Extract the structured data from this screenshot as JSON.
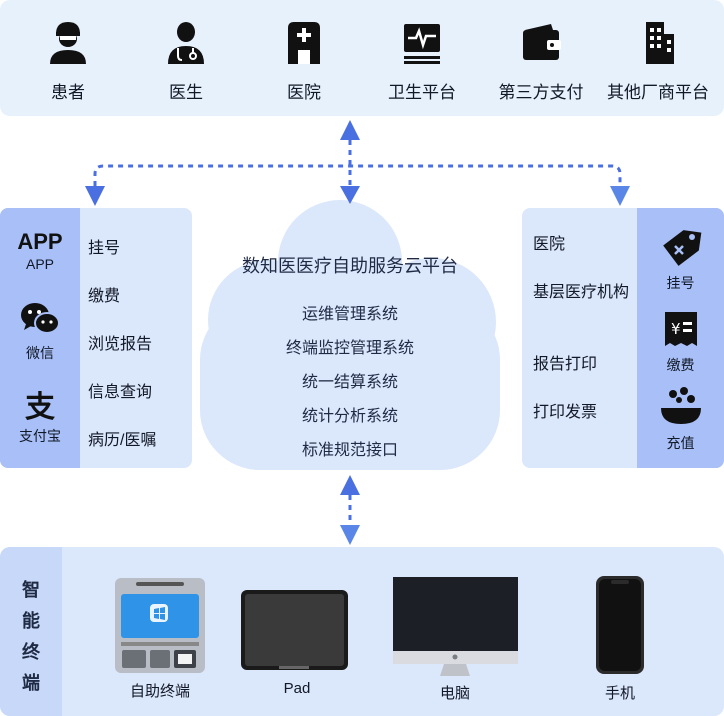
{
  "actors": [
    {
      "label": "患者",
      "icon": "patient-icon"
    },
    {
      "label": "医生",
      "icon": "doctor-icon"
    },
    {
      "label": "医院",
      "icon": "hospital-icon"
    },
    {
      "label": "卫生平台",
      "icon": "health-platform-icon"
    },
    {
      "label": "第三方支付",
      "icon": "wallet-icon"
    },
    {
      "label": "其他厂商平台",
      "icon": "building-icon"
    }
  ],
  "left_panel": {
    "apps": [
      {
        "logo": "APP",
        "label": "APP",
        "icon": "app-icon"
      },
      {
        "label": "微信",
        "icon": "wechat-icon"
      },
      {
        "logo": "支",
        "label": "支付宝",
        "icon": "alipay-icon"
      }
    ],
    "items": [
      "挂号",
      "缴费",
      "浏览报告",
      "信息查询",
      "病历/医嘱"
    ]
  },
  "cloud": {
    "title": "数知医医疗自助服务云平台",
    "items": [
      "运维管理系统",
      "终端监控管理系统",
      "统一结算系统",
      "统计分析系统",
      "标准规范接口"
    ]
  },
  "right_panel": {
    "items": [
      "医院",
      "基层医疗机构",
      "报告打印",
      "打印发票"
    ],
    "services": [
      {
        "label": "挂号",
        "icon": "tag-icon"
      },
      {
        "label": "缴费",
        "icon": "receipt-icon"
      },
      {
        "label": "充值",
        "icon": "topup-icon"
      }
    ]
  },
  "bottom": {
    "label": "智能终端",
    "devices": [
      {
        "label": "自助终端",
        "icon": "kiosk-icon"
      },
      {
        "label": "Pad",
        "icon": "tablet-icon"
      },
      {
        "label": "电脑",
        "icon": "monitor-icon"
      },
      {
        "label": "手机",
        "icon": "phone-icon"
      }
    ]
  },
  "colors": {
    "accent": "#4a6fe0",
    "arrow": "#5a86e8",
    "panel": "#dbe7fb",
    "icon_col": "#a8bff7",
    "top_bg": "#e6f1fc",
    "cloud": "#dbe7fb"
  }
}
